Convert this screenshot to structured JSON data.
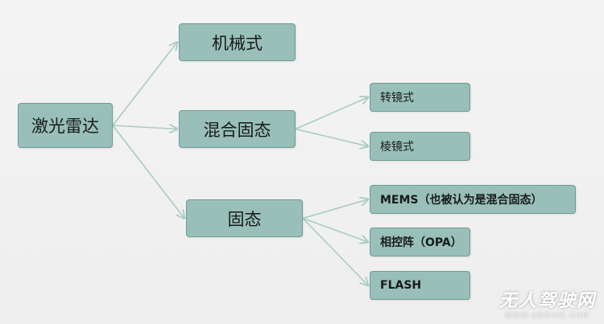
{
  "diagram": {
    "root": "激光雷达",
    "branches": [
      {
        "label": "机械式",
        "children": []
      },
      {
        "label": "混合固态",
        "children": [
          "转镜式",
          "棱镜式"
        ]
      },
      {
        "label": "固态",
        "children": [
          "MEMS（也被认为是混合固态）",
          "相控阵（OPA）",
          "FLASH"
        ]
      }
    ]
  },
  "colors": {
    "node_fill": "#98c0b8",
    "node_border": "#6e9c94",
    "edge": "#a9cbc4",
    "background": "#f2f2f2"
  },
  "watermark": {
    "title": "无人驾驶网",
    "url": "WWW.ADRIVE.COM"
  }
}
